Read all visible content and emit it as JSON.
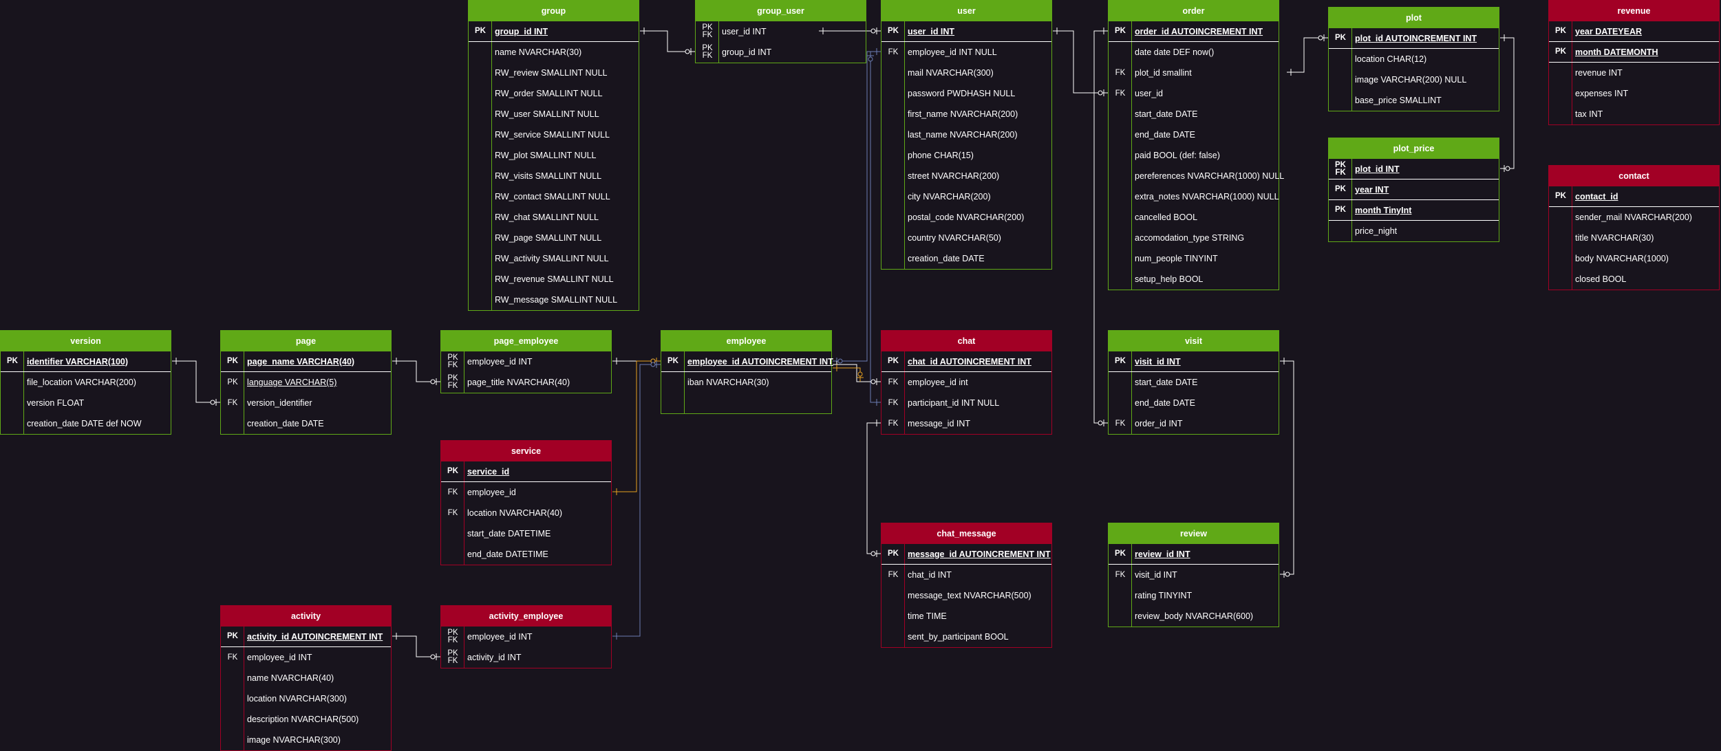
{
  "colors": {
    "background": "#18141d",
    "green": "#60a917",
    "red": "#a20025",
    "text": "#ffffff",
    "edge_white": "#ffffff",
    "edge_blue": "#6b7db3",
    "edge_orange": "#e6a020"
  },
  "tables": [
    {
      "id": "group",
      "title": "group",
      "color": "green",
      "rows": [
        {
          "key": "PK",
          "name": "group_id INT",
          "pk": true
        },
        {
          "key": "",
          "name": "name NVARCHAR(30)"
        },
        {
          "key": "",
          "name": "RW_review SMALLINT NULL"
        },
        {
          "key": "",
          "name": "RW_order SMALLINT NULL"
        },
        {
          "key": "",
          "name": "RW_user SMALLINT NULL"
        },
        {
          "key": "",
          "name": "RW_service SMALLINT NULL"
        },
        {
          "key": "",
          "name": "RW_plot SMALLINT NULL"
        },
        {
          "key": "",
          "name": "RW_visits SMALLINT NULL"
        },
        {
          "key": "",
          "name": "RW_contact SMALLINT NULL"
        },
        {
          "key": "",
          "name": "RW_chat SMALLINT NULL"
        },
        {
          "key": "",
          "name": "RW_page SMALLINT NULL"
        },
        {
          "key": "",
          "name": "RW_activity SMALLINT NULL"
        },
        {
          "key": "",
          "name": "RW_revenue SMALLINT NULL"
        },
        {
          "key": "",
          "name": "RW_message SMALLINT NULL"
        }
      ]
    },
    {
      "id": "group_user",
      "title": "group_user",
      "color": "green",
      "rows": [
        {
          "key": "PK\nFK",
          "name": "user_id INT"
        },
        {
          "key": "PK\nFK",
          "name": "group_id INT"
        }
      ]
    },
    {
      "id": "user",
      "title": "user",
      "color": "green",
      "rows": [
        {
          "key": "PK",
          "name": "user_id INT",
          "pk": true
        },
        {
          "key": "FK",
          "name": "employee_id INT NULL"
        },
        {
          "key": "",
          "name": "mail NVARCHAR(300)"
        },
        {
          "key": "",
          "name": "password PWDHASH NULL"
        },
        {
          "key": "",
          "name": "first_name NVARCHAR(200)"
        },
        {
          "key": "",
          "name": "last_name NVARCHAR(200)"
        },
        {
          "key": "",
          "name": "phone CHAR(15)"
        },
        {
          "key": "",
          "name": "street NVARCHAR(200)"
        },
        {
          "key": "",
          "name": "city NVARCHAR(200)"
        },
        {
          "key": "",
          "name": "postal_code NVARCHAR(200)"
        },
        {
          "key": "",
          "name": "country NVARCHAR(50)"
        },
        {
          "key": "",
          "name": "creation_date DATE"
        }
      ]
    },
    {
      "id": "order",
      "title": "order",
      "color": "green",
      "rows": [
        {
          "key": "PK",
          "name": "order_id AUTOINCREMENT INT",
          "pk": true
        },
        {
          "key": "",
          "name": "date date DEF now()"
        },
        {
          "key": "FK",
          "name": "plot_id smallint"
        },
        {
          "key": "FK",
          "name": "user_id"
        },
        {
          "key": "",
          "name": "start_date DATE"
        },
        {
          "key": "",
          "name": "end_date DATE"
        },
        {
          "key": "",
          "name": "paid BOOL (def: false)"
        },
        {
          "key": "",
          "name": "pereferences NVARCHAR(1000) NULL"
        },
        {
          "key": "",
          "name": "extra_notes NVARCHAR(1000) NULL"
        },
        {
          "key": "",
          "name": "cancelled BOOL"
        },
        {
          "key": "",
          "name": "accomodation_type STRING"
        },
        {
          "key": "",
          "name": "num_people TINYINT"
        },
        {
          "key": "",
          "name": "setup_help BOOL"
        }
      ]
    },
    {
      "id": "plot",
      "title": "plot",
      "color": "green",
      "rows": [
        {
          "key": "PK",
          "name": "plot_id AUTOINCREMENT INT",
          "pk": true
        },
        {
          "key": "",
          "name": "location CHAR(12)"
        },
        {
          "key": "",
          "name": "image VARCHAR(200) NULL"
        },
        {
          "key": "",
          "name": "base_price SMALLINT"
        }
      ]
    },
    {
      "id": "plot_price",
      "title": "plot_price",
      "color": "green",
      "rows": [
        {
          "key": "PK\nFK",
          "name": "plot_id INT",
          "pk": true,
          "sep": true
        },
        {
          "key": "PK",
          "name": "year INT",
          "pk": true,
          "sep": true
        },
        {
          "key": "PK",
          "name": "month TinyInt",
          "pk": true
        },
        {
          "key": "",
          "name": "price_night"
        }
      ]
    },
    {
      "id": "revenue",
      "title": "revenue",
      "color": "red",
      "rows": [
        {
          "key": "PK",
          "name": "year DATEYEAR",
          "pk": true,
          "sep": true
        },
        {
          "key": "PK",
          "name": "month DATEMONTH",
          "pk": true
        },
        {
          "key": "",
          "name": "revenue INT"
        },
        {
          "key": "",
          "name": "expenses INT"
        },
        {
          "key": "",
          "name": "tax INT"
        }
      ]
    },
    {
      "id": "contact",
      "title": "contact",
      "color": "red",
      "rows": [
        {
          "key": "PK",
          "name": "contact_id",
          "pk": true
        },
        {
          "key": "",
          "name": "sender_mail NVARCHAR(200)"
        },
        {
          "key": "",
          "name": "title NVARCHAR(30)"
        },
        {
          "key": "",
          "name": "body NVARCHAR(1000)"
        },
        {
          "key": "",
          "name": "closed BOOL"
        }
      ]
    },
    {
      "id": "version",
      "title": "version",
      "color": "green",
      "rows": [
        {
          "key": "PK",
          "name": "identifier VARCHAR(100)",
          "pk": true
        },
        {
          "key": "",
          "name": "file_location VARCHAR(200)"
        },
        {
          "key": "",
          "name": "version FLOAT"
        },
        {
          "key": "",
          "name": "creation_date DATE def NOW"
        }
      ]
    },
    {
      "id": "page",
      "title": "page",
      "color": "green",
      "rows": [
        {
          "key": "PK",
          "name": "page_name VARCHAR(40)",
          "pk": true,
          "sep": true
        },
        {
          "key": "PK",
          "name": "language VARCHAR(5)",
          "ul": true
        },
        {
          "key": "FK",
          "name": "version_identifier"
        },
        {
          "key": "",
          "name": "creation_date DATE"
        }
      ]
    },
    {
      "id": "page_employee",
      "title": "page_employee",
      "color": "green",
      "rows": [
        {
          "key": "PK\nFK",
          "name": "employee_id INT"
        },
        {
          "key": "PK\nFK",
          "name": "page_title NVARCHAR(40)"
        }
      ]
    },
    {
      "id": "employee",
      "title": "employee",
      "color": "green",
      "rows": [
        {
          "key": "PK",
          "name": "employee_id AUTOINCREMENT INT",
          "pk": true
        },
        {
          "key": "",
          "name": "iban NVARCHAR(30)"
        },
        {
          "key": "",
          "name": ""
        }
      ]
    },
    {
      "id": "chat",
      "title": "chat",
      "color": "red",
      "rows": [
        {
          "key": "PK",
          "name": "chat_id AUTOINCREMENT INT",
          "pk": true
        },
        {
          "key": "FK",
          "name": "employee_id int"
        },
        {
          "key": "FK",
          "name": "participant_id INT NULL"
        },
        {
          "key": "FK",
          "name": "message_id INT"
        }
      ]
    },
    {
      "id": "visit",
      "title": "visit",
      "color": "green",
      "rows": [
        {
          "key": "PK",
          "name": "visit_id INT",
          "pk": true
        },
        {
          "key": "",
          "name": "start_date DATE"
        },
        {
          "key": "",
          "name": "end_date DATE"
        },
        {
          "key": "FK",
          "name": "order_id INT"
        }
      ]
    },
    {
      "id": "service",
      "title": "service",
      "color": "red",
      "rows": [
        {
          "key": "PK",
          "name": "service_id",
          "pk": true
        },
        {
          "key": "FK",
          "name": "employee_id"
        },
        {
          "key": "FK",
          "name": "location NVARCHAR(40)"
        },
        {
          "key": "",
          "name": "start_date DATETIME"
        },
        {
          "key": "",
          "name": "end_date DATETIME"
        }
      ]
    },
    {
      "id": "chat_message",
      "title": "chat_message",
      "color": "red",
      "rows": [
        {
          "key": "PK",
          "name": "message_id AUTOINCREMENT INT",
          "pk": true
        },
        {
          "key": "FK",
          "name": "chat_id INT"
        },
        {
          "key": "",
          "name": "message_text NVARCHAR(500)"
        },
        {
          "key": "",
          "name": "time TIME"
        },
        {
          "key": "",
          "name": "sent_by_participant BOOL"
        }
      ]
    },
    {
      "id": "review",
      "title": "review",
      "color": "green",
      "rows": [
        {
          "key": "PK",
          "name": "review_id INT",
          "pk": true
        },
        {
          "key": "FK",
          "name": "visit_id INT"
        },
        {
          "key": "",
          "name": "rating TINYINT"
        },
        {
          "key": "",
          "name": "review_body NVARCHAR(600)"
        }
      ]
    },
    {
      "id": "activity",
      "title": "activity",
      "color": "red",
      "rows": [
        {
          "key": "PK",
          "name": "activity_id AUTOINCREMENT INT",
          "pk": true
        },
        {
          "key": "FK",
          "name": "employee_id INT"
        },
        {
          "key": "",
          "name": "name NVARCHAR(40)"
        },
        {
          "key": "",
          "name": "location NVARCHAR(300)"
        },
        {
          "key": "",
          "name": "description NVARCHAR(500)"
        },
        {
          "key": "",
          "name": "image NVARCHAR(300)"
        }
      ]
    },
    {
      "id": "activity_employee",
      "title": "activity_employee",
      "color": "red",
      "rows": [
        {
          "key": "PK\nFK",
          "name": "employee_id INT"
        },
        {
          "key": "PK\nFK",
          "name": "activity_id INT"
        }
      ]
    }
  ]
}
